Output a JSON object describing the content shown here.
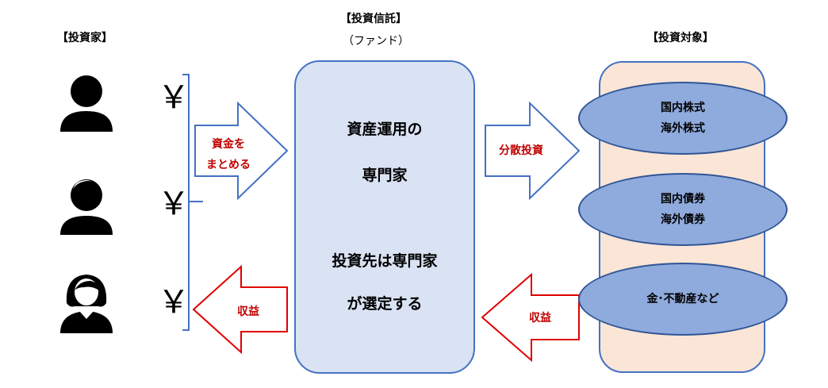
{
  "investors": {
    "header": "【投資家】",
    "currency_symbols": [
      "￥",
      "￥",
      "￥"
    ],
    "icons": [
      "person-short-hair-icon",
      "person-parted-hair-icon",
      "person-long-hair-icon"
    ]
  },
  "fund": {
    "header_line1": "【投資信託】",
    "header_line2": "（ファンド）",
    "text_line1": "資産運用の",
    "text_line2": "専門家",
    "text_line3": "投資先は専門家",
    "text_line4": "が選定する"
  },
  "targets": {
    "header": "【投資対象】",
    "ellipses": [
      {
        "line1": "国内株式",
        "line2": "海外株式"
      },
      {
        "line1": "国内債券",
        "line2": "海外債券"
      },
      {
        "line1": "金･不動産など",
        "line2": ""
      }
    ]
  },
  "arrows": {
    "collect_line1": "資金を",
    "collect_line2": "まとめる",
    "diversify": "分散投資",
    "return_left": "収益",
    "return_right": "収益"
  },
  "colors": {
    "outline_blue": "#4472c4",
    "fund_fill": "#dae3f3",
    "target_fill": "#fbe5d6",
    "ellipse_fill": "#8faadc",
    "return_red": "#e00000",
    "label_red": "#c00000"
  }
}
